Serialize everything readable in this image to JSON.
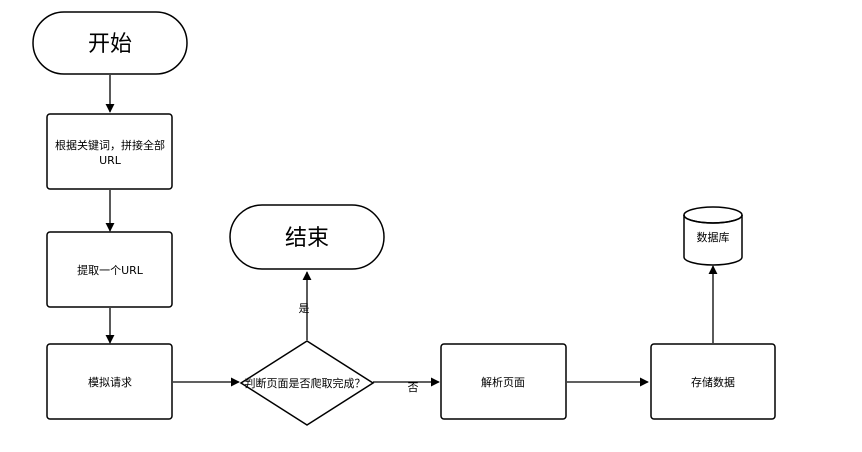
{
  "nodes": {
    "start": "开始",
    "build_url_line1": "根据关键词，拼接全部",
    "build_url_line2": "URL",
    "fetch_url": "提取一个URL",
    "simulate": "模拟请求",
    "decision": "判断页面是否爬取完成？",
    "end": "结束",
    "parse": "解析页面",
    "store": "存储数据",
    "database": "数据库"
  },
  "edge_labels": {
    "yes": "是",
    "no": "否"
  }
}
